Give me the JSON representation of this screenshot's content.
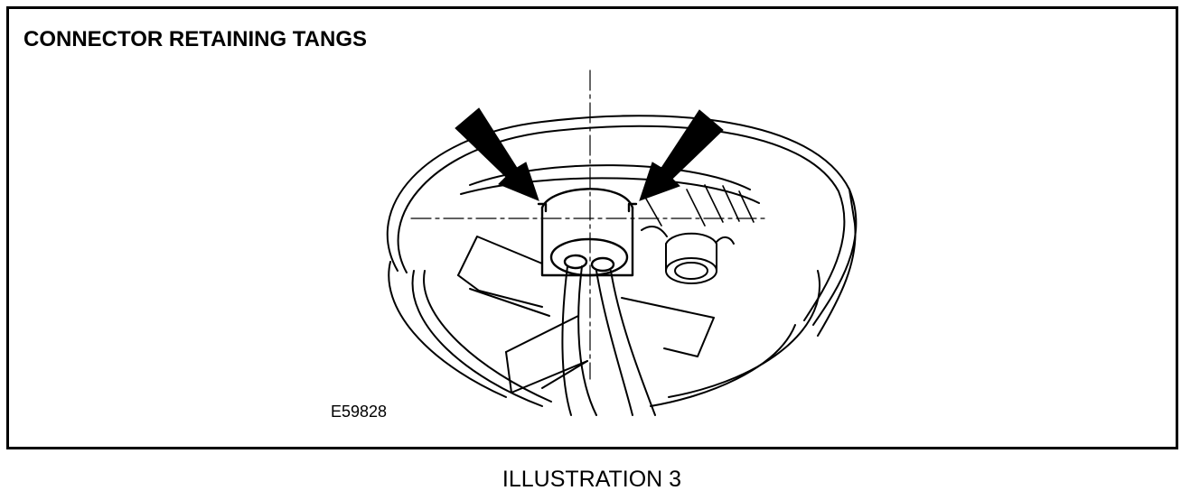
{
  "diagram": {
    "title": "CONNECTOR RETAINING TANGS",
    "figure_id": "E59828",
    "caption": "ILLUSTRATION 3",
    "line_color": "#000000",
    "background_color": "#ffffff",
    "callouts": [
      {
        "name": "left-tang-arrow",
        "points_to": "left retaining tang"
      },
      {
        "name": "right-tang-arrow",
        "points_to": "right retaining tang"
      }
    ]
  }
}
